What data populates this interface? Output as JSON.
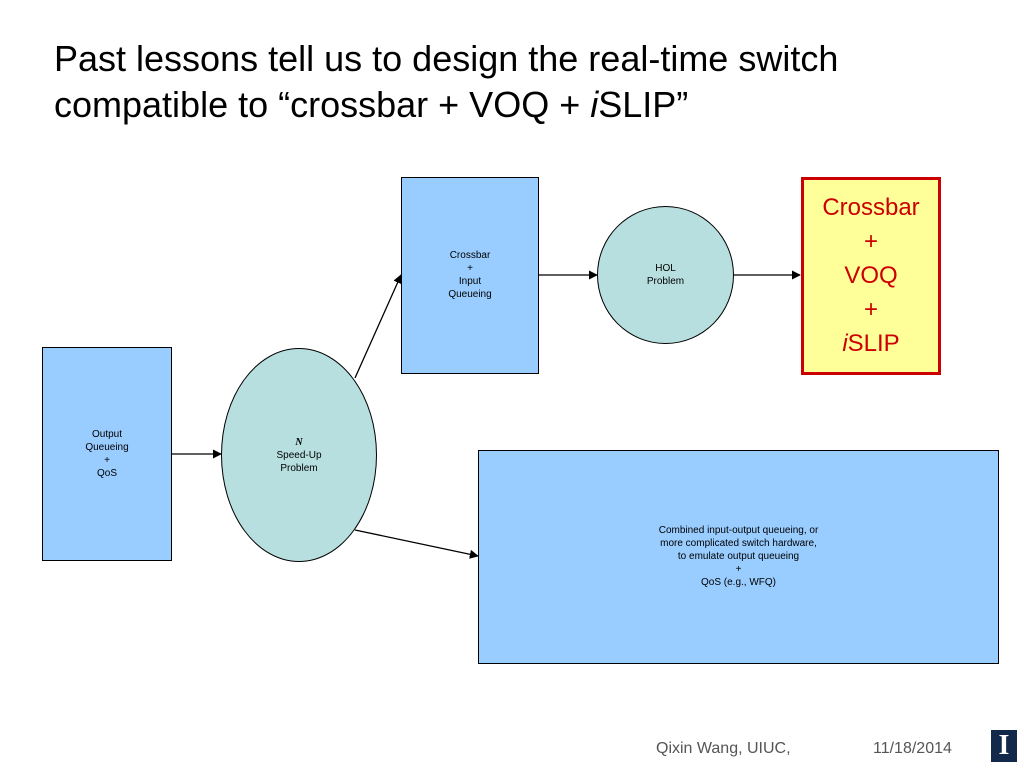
{
  "title": {
    "line1": "Past lessons tell us to design the real-time switch",
    "line2_prefix": "compatible to “crossbar + VOQ + ",
    "line2_italic": "i",
    "line2_suffix": "SLIP”"
  },
  "nodes": {
    "output_queueing": [
      "Output",
      "Queueing",
      "+",
      "QoS"
    ],
    "speedup": {
      "n": "N",
      "lines": [
        "Speed-Up",
        "Problem"
      ]
    },
    "crossbar_iq": [
      "Crossbar",
      "+",
      "Input",
      "Queueing"
    ],
    "hol": [
      "HOL",
      "Problem"
    ],
    "combined": [
      "Combined input-output queueing, or",
      "more complicated switch hardware,",
      "to emulate output queueing",
      "+",
      "QoS (e.g., WFQ)"
    ]
  },
  "highlight": {
    "line1": "Crossbar",
    "line2": "+",
    "line3": "VOQ",
    "line4": "+",
    "line5_italic": "i",
    "line5_rest": "SLIP"
  },
  "colors": {
    "box_fill": "#99ccff",
    "ellipse_fill": "#b8dfe0",
    "highlight_fill": "#ffff99",
    "highlight_border": "#cc0000"
  },
  "footer": {
    "author": "Qixin Wang, UIUC,",
    "date": "11/18/2014",
    "logo_letter": "I"
  }
}
